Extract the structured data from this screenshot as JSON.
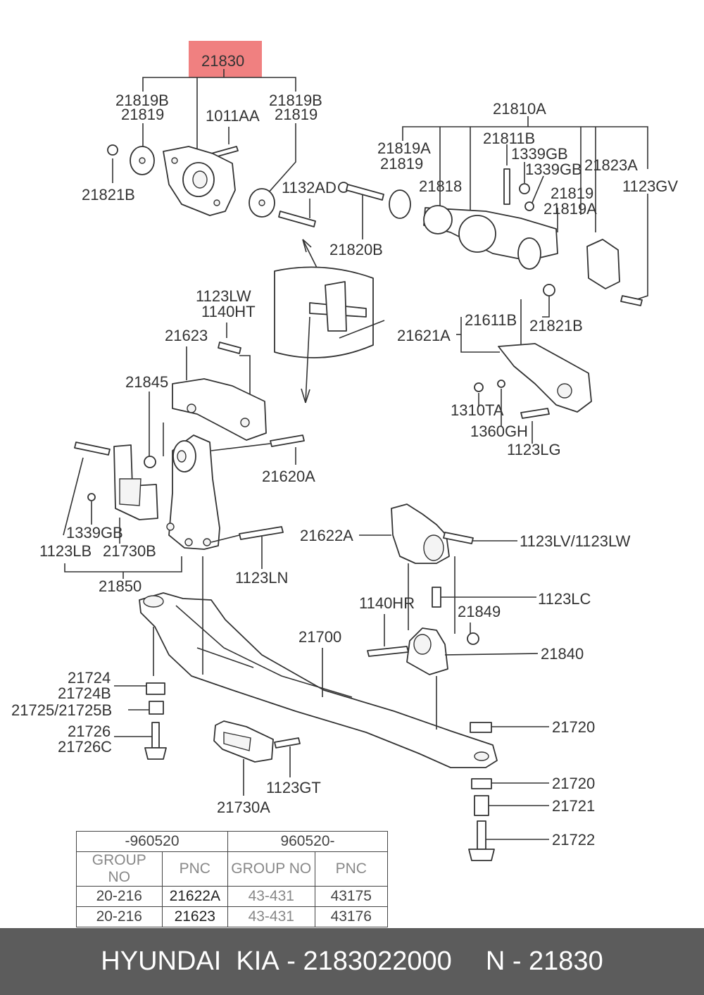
{
  "highlight": {
    "part": "21830",
    "color": "#f08080"
  },
  "labels": {
    "l21819b_a": "21819B",
    "l21819_a": "21819",
    "l21819b_b": "21819B",
    "l21819_b": "21819",
    "l1011aa": "1011AA",
    "l21821b_a": "21821B",
    "l1132ad": "1132AD",
    "l21820b": "21820B",
    "l21810a": "21810A",
    "l21811b": "21811B",
    "l1339gb_a": "1339GB",
    "l1339gb_b": "1339GB",
    "l21823a": "21823A",
    "l1123gv": "1123GV",
    "l21819a_a": "21819A",
    "l21819_c": "21819",
    "l21818": "21818",
    "l21819_d": "21819",
    "l21819a_b": "21819A",
    "l21611b": "21611B",
    "l21821b_b": "21821B",
    "l21621a": "21621A",
    "l1310ta": "1310TA",
    "l1360gh": "1360GH",
    "l1123lg": "1123LG",
    "l1123lw": "1123LW",
    "l1140ht": "1140HT",
    "l21623": "21623",
    "l21845": "21845",
    "l21620a": "21620A",
    "l1339gb_c": "1339GB",
    "l1123lb": "1123LB",
    "l21730b": "21730B",
    "l21850": "21850",
    "l1123ln": "1123LN",
    "l21622a": "21622A",
    "l1123lvlw": "1123LV/1123LW",
    "l1140hr": "1140HR",
    "l1123lc": "1123LC",
    "l21849": "21849",
    "l21700": "21700",
    "l21840": "21840",
    "l21724": "21724",
    "l21724b": "21724B",
    "l21725": "21725/21725B",
    "l21726": "21726",
    "l21726c": "21726C",
    "l21720_a": "21720",
    "l21720_b": "21720",
    "l21721": "21721",
    "l21722": "21722",
    "l1123gt": "1123GT",
    "l21730a": "21730A"
  },
  "table": {
    "period_left": "-960520",
    "period_right": "960520-",
    "col_group": "GROUP NO",
    "col_pnc": "PNC",
    "rows": [
      {
        "g1": "20-216",
        "p1": "21622A",
        "g2": "43-431",
        "p2": "43175"
      },
      {
        "g1": "20-216",
        "p1": "21623",
        "g2": "43-431",
        "p2": "43176"
      }
    ]
  },
  "footer": {
    "brand": "HYUNDAI  KIA",
    "sep": " - ",
    "part_no": "2183022000",
    "n_label": "N - ",
    "n_value": "21830"
  }
}
